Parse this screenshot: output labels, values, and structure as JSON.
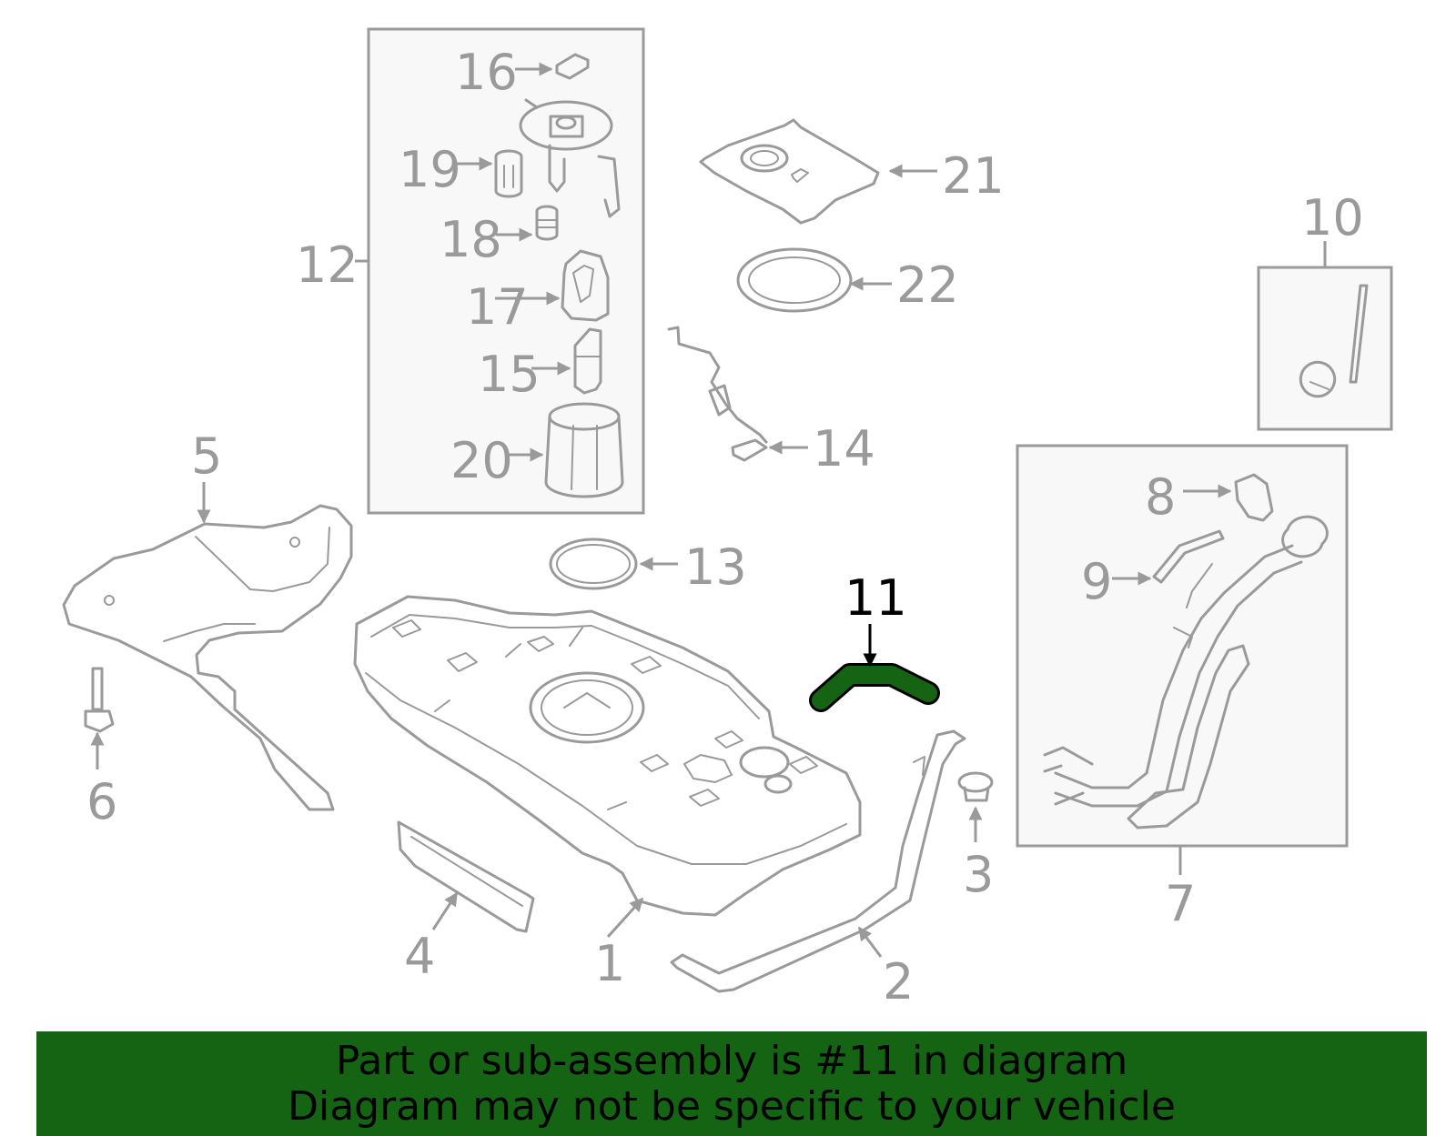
{
  "diagram": {
    "highlighted_part": "11",
    "highlight_color": "#146414",
    "line_color": "#9a9a9a",
    "labels": {
      "p1": "1",
      "p2": "2",
      "p3": "3",
      "p4": "4",
      "p5": "5",
      "p6": "6",
      "p7": "7",
      "p8": "8",
      "p9": "9",
      "p10": "10",
      "p11": "11",
      "p12": "12",
      "p13": "13",
      "p14": "14",
      "p15": "15",
      "p16": "16",
      "p17": "17",
      "p18": "18",
      "p19": "19",
      "p20": "20",
      "p21": "21",
      "p22": "22"
    }
  },
  "banner": {
    "line1": "Part or sub-assembly is #11 in diagram",
    "line2": "Diagram may not be specific to your vehicle",
    "background": "#146414"
  }
}
